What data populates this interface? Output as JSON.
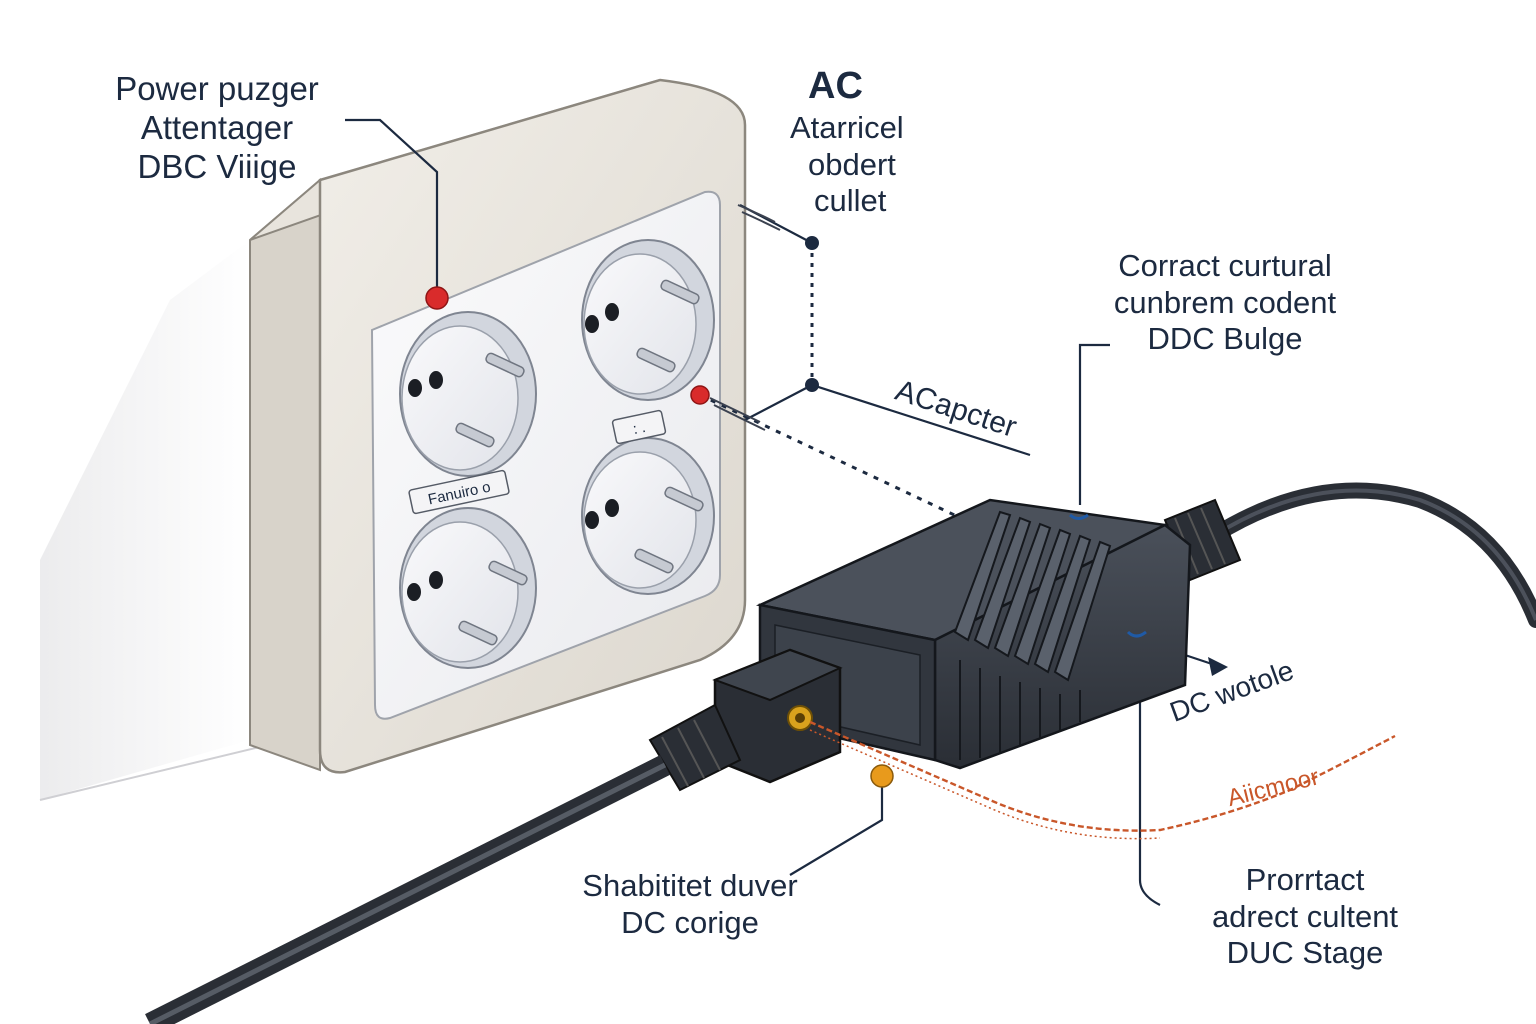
{
  "labels": {
    "top_left": [
      "Power puzger",
      "Attentager",
      "DBC Viiige"
    ],
    "top_center_title": "AC",
    "top_center": [
      "Atarricel",
      "obdert",
      "cullet"
    ],
    "right_top": [
      "Corract curtural",
      "cunbrem codent",
      "DDC Bulge"
    ],
    "adaptor": "ACapcter",
    "dc_wotole": "DC wotole",
    "orange_trace": "Aiicmoor",
    "bottom_center": [
      "Shabititet duver",
      "DC corige"
    ],
    "bottom_right": [
      "Prorrtact",
      "adrect cultent",
      "DUC Stage"
    ]
  },
  "outlet_tags": [
    "Fanuiro o",
    ": ."
  ],
  "colors": {
    "wall_plate": "#ebe7e0",
    "socket_face": "#f7f7f8",
    "adapter_body": "#3a3f48",
    "leader_line": "#1c2a40",
    "marker_red": "#d92b2b",
    "marker_orange": "#e89a1c",
    "orange_wire": "#c9572a"
  },
  "icons": [
    "wall-outlet",
    "power-adapter",
    "power-cable",
    "leader-marker"
  ]
}
